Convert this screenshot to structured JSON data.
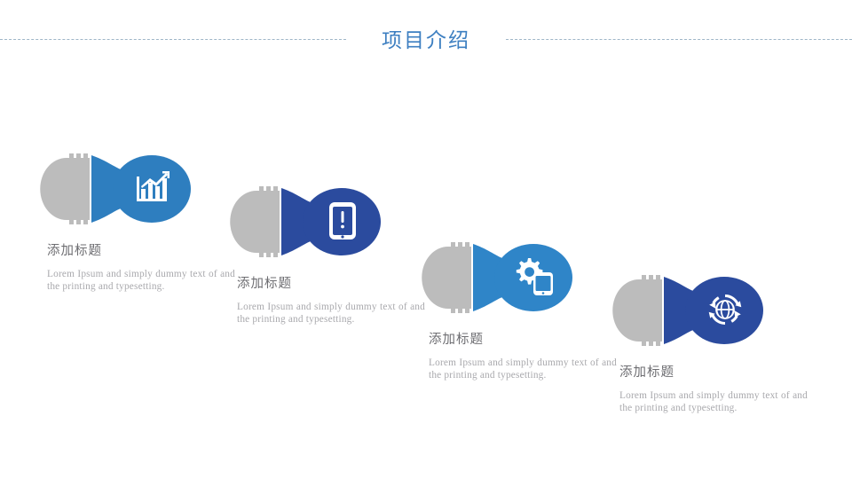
{
  "header": {
    "title": "项目介绍",
    "rule_style": "dashed",
    "rule_color": "#9fb6c8",
    "title_color": "#3d7fc1"
  },
  "palette": {
    "light_blue": "#2e7ebf",
    "mid_blue": "#2f85c8",
    "dark_blue": "#2b4b9e",
    "base_gray": "#bcbcbc",
    "title_gray": "#6e6e72",
    "body_gray": "#a9a9ad",
    "background": "#ffffff"
  },
  "items": [
    {
      "id": "item-1",
      "icon": "bar-chart-growth-icon",
      "bulb_color": "#2e7ebf",
      "title": "添加标题",
      "description": "Lorem Ipsum and simply dummy text of and the printing and typesetting."
    },
    {
      "id": "item-2",
      "icon": "mobile-alert-icon",
      "bulb_color": "#2b4b9e",
      "title": "添加标题",
      "description": "Lorem Ipsum and simply dummy text of and the printing and typesetting."
    },
    {
      "id": "item-3",
      "icon": "gear-mobile-settings-icon",
      "bulb_color": "#2f85c8",
      "title": "添加标题",
      "description": "Lorem Ipsum and simply dummy text of and the printing and typesetting."
    },
    {
      "id": "item-4",
      "icon": "global-sync-globe-icon",
      "bulb_color": "#2b4b9e",
      "title": "添加标题",
      "description": "Lorem Ipsum and simply dummy text of and the printing and typesetting."
    }
  ]
}
